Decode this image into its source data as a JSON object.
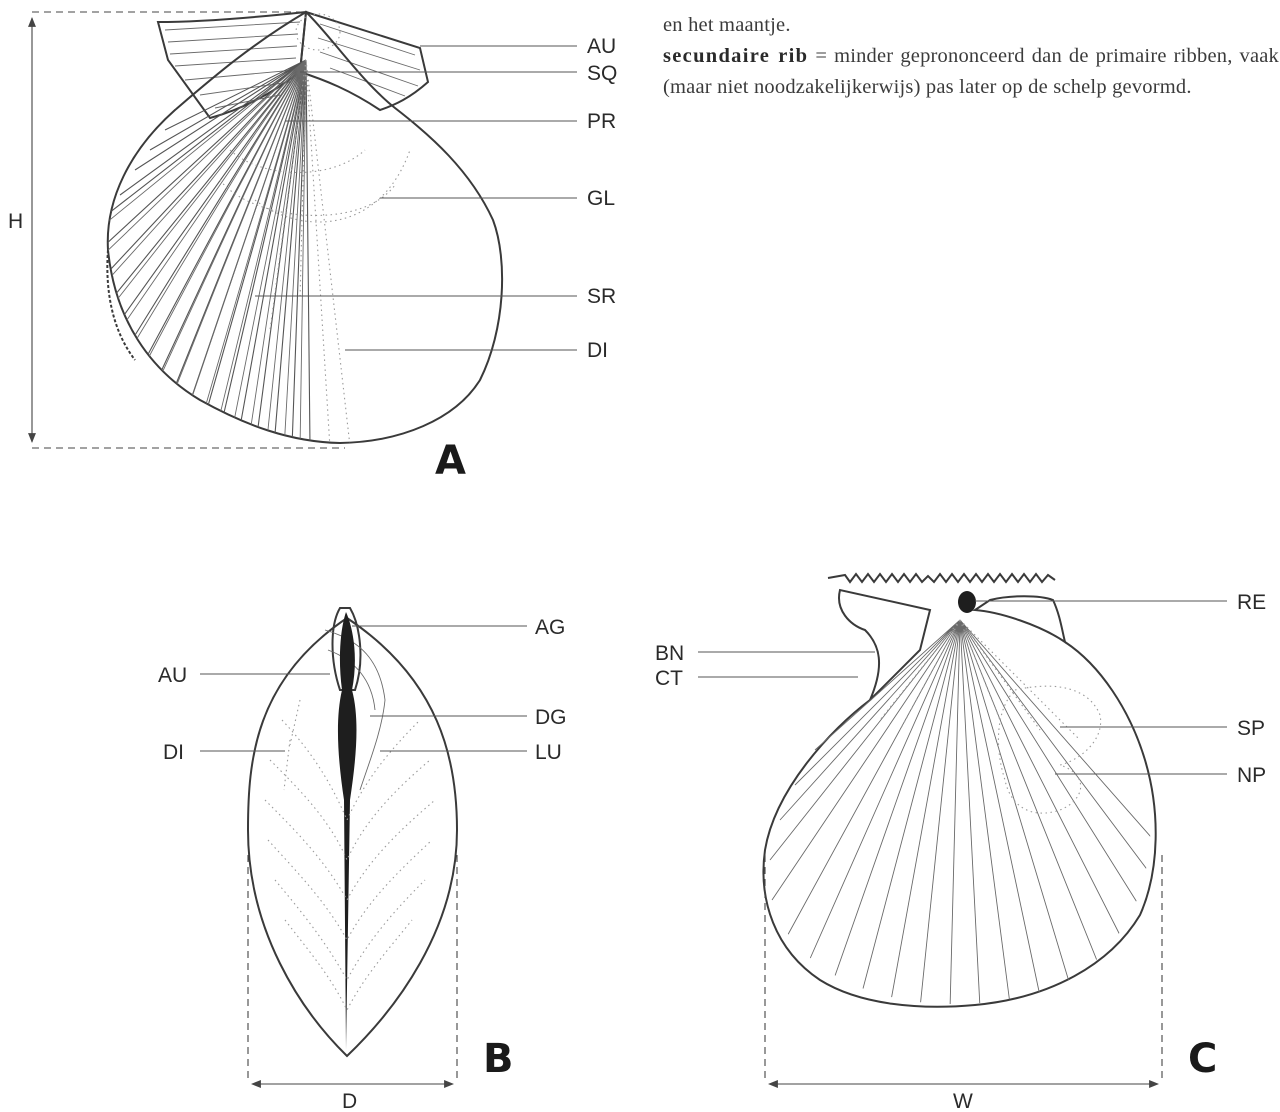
{
  "glossary": {
    "cut_line": "en het maantje.",
    "entries": [
      {
        "term": "secundaire rib",
        "definition": " = minder geprononceerd dan de primaire ribben, vaak (maar niet noodzakelijkerwijs) pas later op de schelp gevormd."
      }
    ]
  },
  "figure_a": {
    "panel_label": "A",
    "dimension_label": "H",
    "labels": [
      "AU",
      "SQ",
      "PR",
      "GL",
      "SR",
      "DI"
    ]
  },
  "figure_b": {
    "panel_label": "B",
    "dimension_label": "D",
    "labels_left": [
      "AU",
      "DI"
    ],
    "labels_right": [
      "AG",
      "DG",
      "LU"
    ]
  },
  "figure_c": {
    "panel_label": "C",
    "dimension_label": "W",
    "labels_left": [
      "BN",
      "CT"
    ],
    "labels_right": [
      "RE",
      "SP",
      "NP"
    ]
  }
}
